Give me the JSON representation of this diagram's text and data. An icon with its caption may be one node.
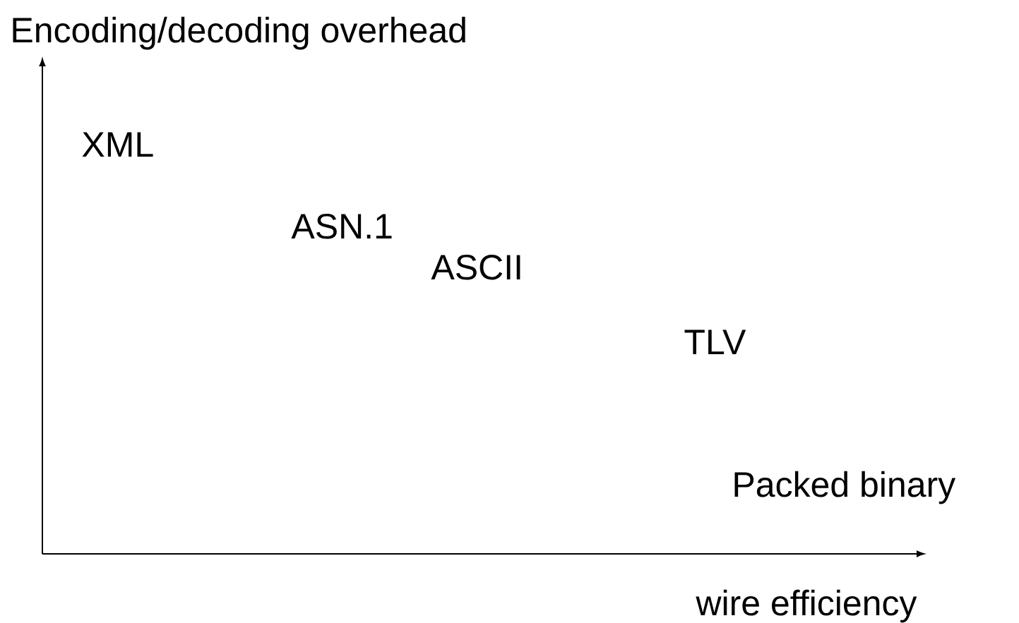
{
  "diagram": {
    "labels": [
      "Encoding/decoding overhead",
      "XML",
      "ASN.1",
      "ASCII",
      "TLV",
      "Packed binary",
      "wire efficiency"
    ]
  }
}
